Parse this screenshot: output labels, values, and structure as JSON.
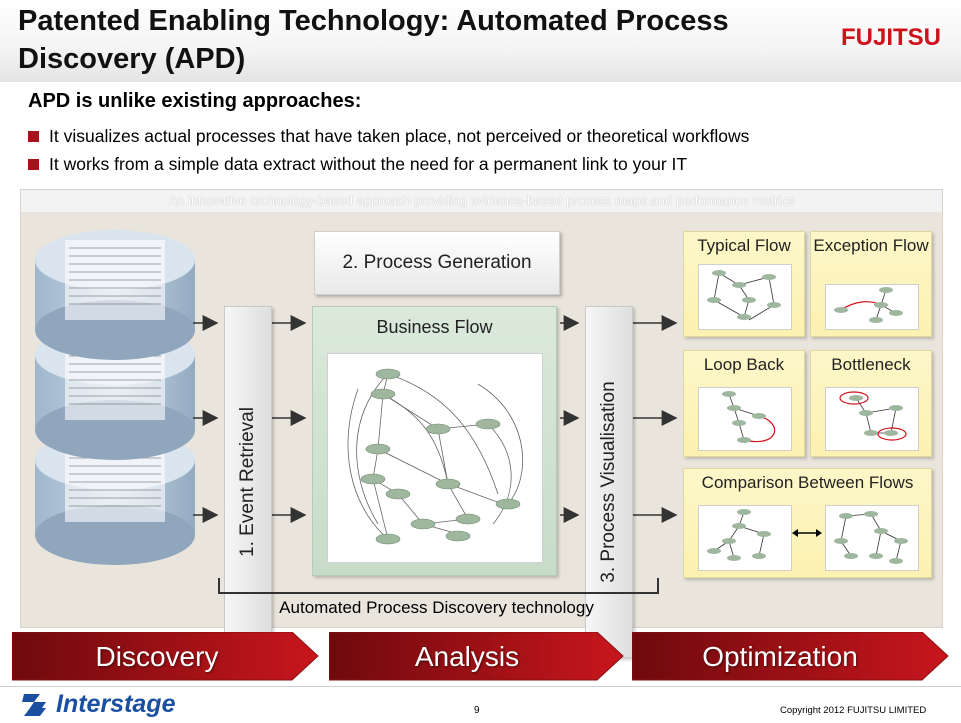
{
  "header": {
    "title": "Patented Enabling Technology: Automated Process Discovery (APD)",
    "logo": "FUJITSU"
  },
  "intro": {
    "subhead": "APD is unlike existing approaches:",
    "bullets": [
      "It visualizes actual processes that have taken place, not perceived or theoretical workflows",
      "It works from a simple  data extract without the need for a permanent  link to your IT"
    ]
  },
  "diagram": {
    "tagline": "An  innovative technology-based approach providing evidence-based  process  maps and  performance  metrics",
    "step1": "1. Event Retrieval",
    "step2": "2. Process Generation",
    "step3": "3. Process Visualisation",
    "business_flow": "Business Flow",
    "panels": {
      "typical": "Typical Flow",
      "exception": "Exception Flow",
      "loop": "Loop Back",
      "bottleneck": "Bottleneck",
      "comparison": "Comparison Between Flows"
    },
    "technology_label": "Automated Process Discovery technology"
  },
  "phases": [
    "Discovery",
    "Analysis",
    "Optimization"
  ],
  "footer": {
    "brand": "Interstage",
    "page": "9",
    "copyright": "Copyright 2012 FUJITSU  LIMITED"
  },
  "colors": {
    "accent_red": "#a6121b",
    "chevron_dark": "#6e0a0d",
    "chevron_light": "#c8161d",
    "brand_blue": "#1b4fa0"
  }
}
